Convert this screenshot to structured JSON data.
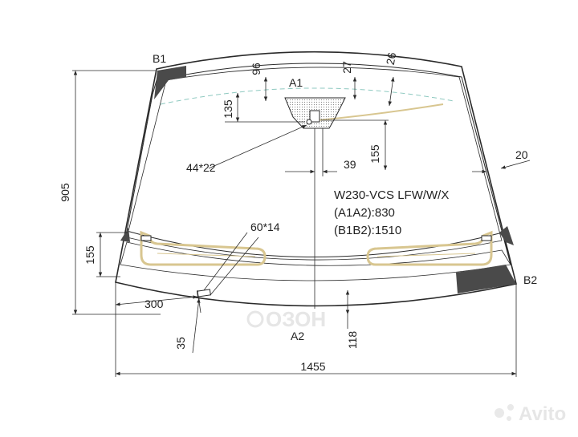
{
  "diagram": {
    "points": {
      "a1": "A1",
      "a2": "A2",
      "b1": "B1",
      "b2": "B2"
    },
    "dimensions": {
      "total_width": "1455",
      "total_height": "905",
      "top_96": "96",
      "top_27": "27",
      "top_26": "26",
      "gap_135": "135",
      "bracket_155": "155",
      "bracket_39": "39",
      "side_20": "20",
      "left_155": "155",
      "bottom_300": "300",
      "bottom_35": "35",
      "bottom_118": "118",
      "sensor_size": "44*22",
      "heater_size": "60*14"
    },
    "spec": {
      "model": "W230-VCS LFW/W/X",
      "a1a2": "(A1A2):830",
      "b1b2": "(B1B2):1510"
    },
    "watermarks": {
      "left": "ОЗОН",
      "right": "Avito"
    }
  },
  "colors": {
    "line": "#2a2a2a",
    "heater": "#d8c690",
    "dark_patch": "#4a4a4a",
    "dash": "#8ec9c0",
    "watermark": "#e6e6e6"
  }
}
